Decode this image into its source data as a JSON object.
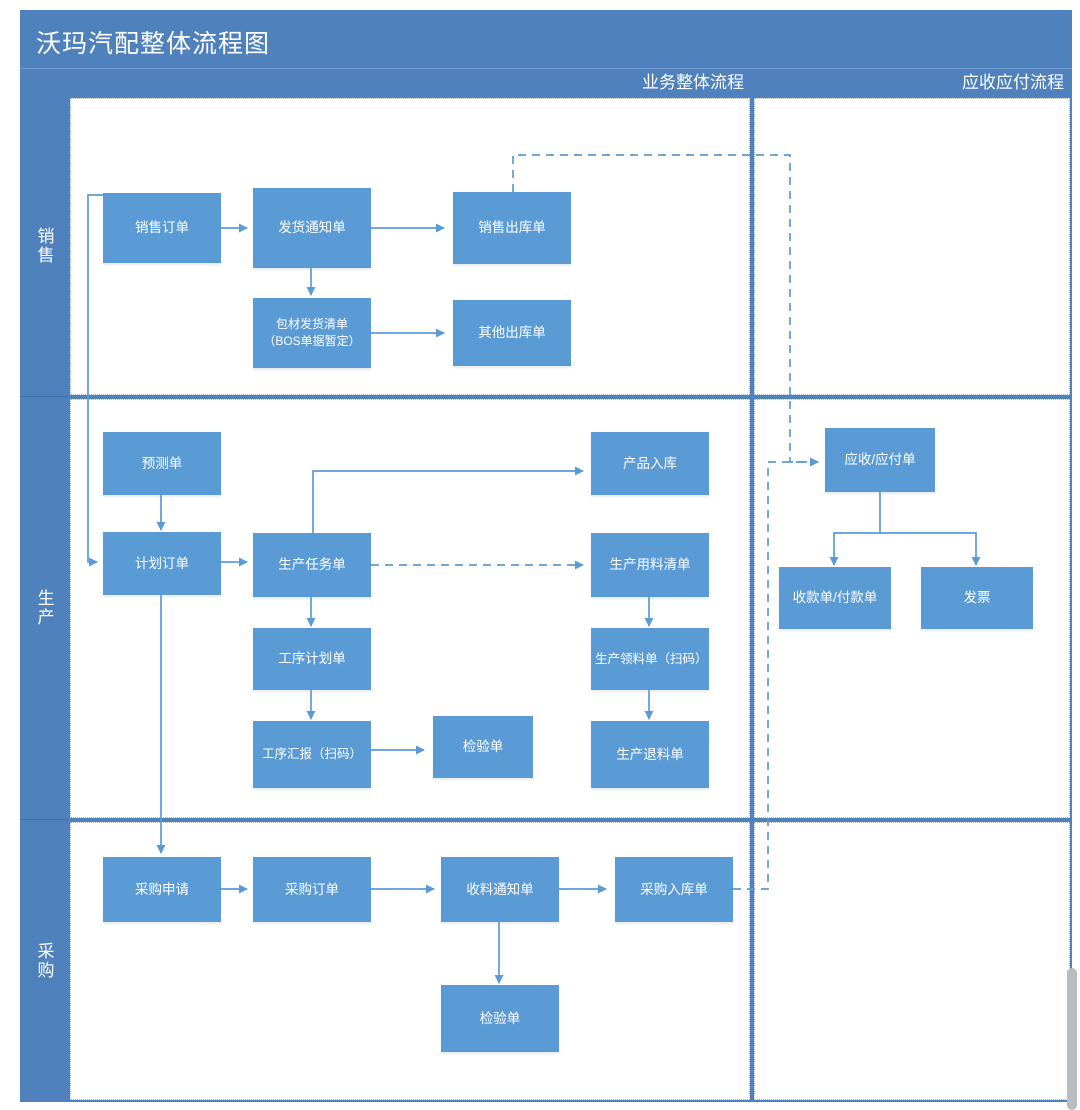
{
  "title": "沃玛汽配整体流程图",
  "colors": {
    "frame": "#4F81BD",
    "node_fill": "#5B9BD5",
    "node_text": "#FFFFFF",
    "connector": "#5B9BD5",
    "pane_bg": "#FFFFFF",
    "scrollbar_thumb": "#B8BCC0"
  },
  "columns": [
    {
      "id": "business",
      "label": "业务整体流程"
    },
    {
      "id": "arap",
      "label": "应收应付流程"
    }
  ],
  "lanes": [
    {
      "id": "sales",
      "label": "销售"
    },
    {
      "id": "production",
      "label": "生产"
    },
    {
      "id": "purchasing",
      "label": "采购"
    }
  ],
  "nodes": {
    "sales_order": {
      "label": "销售订单"
    },
    "delivery_notice": {
      "label": "发货通知单"
    },
    "sales_outbound": {
      "label": "销售出库单"
    },
    "packing_list": {
      "label": "包材发货清单\n（BOS单据暂定）"
    },
    "other_outbound": {
      "label": "其他出库单"
    },
    "forecast_order": {
      "label": "预测单"
    },
    "plan_order": {
      "label": "计划订单"
    },
    "production_task": {
      "label": "生产任务单"
    },
    "product_inbound": {
      "label": "产品入库"
    },
    "production_bom": {
      "label": "生产用料清单"
    },
    "process_plan": {
      "label": "工序计划单"
    },
    "material_issue": {
      "label": "生产领料单（扫码）"
    },
    "process_report": {
      "label": "工序汇报（扫码）"
    },
    "inspection_prod": {
      "label": "检验单"
    },
    "material_return": {
      "label": "生产退料单"
    },
    "purchase_request": {
      "label": "采购申请"
    },
    "purchase_order": {
      "label": "采购订单"
    },
    "receipt_notice": {
      "label": "收料通知单"
    },
    "purchase_inbound": {
      "label": "采购入库单"
    },
    "inspection_purch": {
      "label": "检验单"
    },
    "ar_ap": {
      "label": "应收/应付单"
    },
    "receipt_payment": {
      "label": "收款单/付款单"
    },
    "invoice": {
      "label": "发票"
    }
  },
  "edges": [
    {
      "from": "sales_order",
      "to": "delivery_notice",
      "style": "solid"
    },
    {
      "from": "delivery_notice",
      "to": "sales_outbound",
      "style": "solid"
    },
    {
      "from": "delivery_notice",
      "to": "packing_list",
      "style": "solid"
    },
    {
      "from": "packing_list",
      "to": "other_outbound",
      "style": "solid"
    },
    {
      "from": "sales_order",
      "to": "plan_order",
      "style": "solid"
    },
    {
      "from": "forecast_order",
      "to": "plan_order",
      "style": "solid"
    },
    {
      "from": "plan_order",
      "to": "production_task",
      "style": "solid"
    },
    {
      "from": "production_task",
      "to": "product_inbound",
      "style": "solid"
    },
    {
      "from": "production_task",
      "to": "production_bom",
      "style": "dashed"
    },
    {
      "from": "production_task",
      "to": "process_plan",
      "style": "solid"
    },
    {
      "from": "process_plan",
      "to": "process_report",
      "style": "solid"
    },
    {
      "from": "process_report",
      "to": "inspection_prod",
      "style": "solid"
    },
    {
      "from": "production_bom",
      "to": "material_issue",
      "style": "solid"
    },
    {
      "from": "material_issue",
      "to": "material_return",
      "style": "solid"
    },
    {
      "from": "plan_order",
      "to": "purchase_request",
      "style": "solid"
    },
    {
      "from": "purchase_request",
      "to": "purchase_order",
      "style": "solid"
    },
    {
      "from": "purchase_order",
      "to": "receipt_notice",
      "style": "solid"
    },
    {
      "from": "receipt_notice",
      "to": "purchase_inbound",
      "style": "solid"
    },
    {
      "from": "receipt_notice",
      "to": "inspection_purch",
      "style": "solid"
    },
    {
      "from": "sales_outbound",
      "to": "ar_ap",
      "style": "dashed"
    },
    {
      "from": "purchase_inbound",
      "to": "ar_ap",
      "style": "dashed"
    },
    {
      "from": "ar_ap",
      "to": "receipt_payment",
      "style": "solid"
    },
    {
      "from": "ar_ap",
      "to": "invoice",
      "style": "solid"
    }
  ]
}
